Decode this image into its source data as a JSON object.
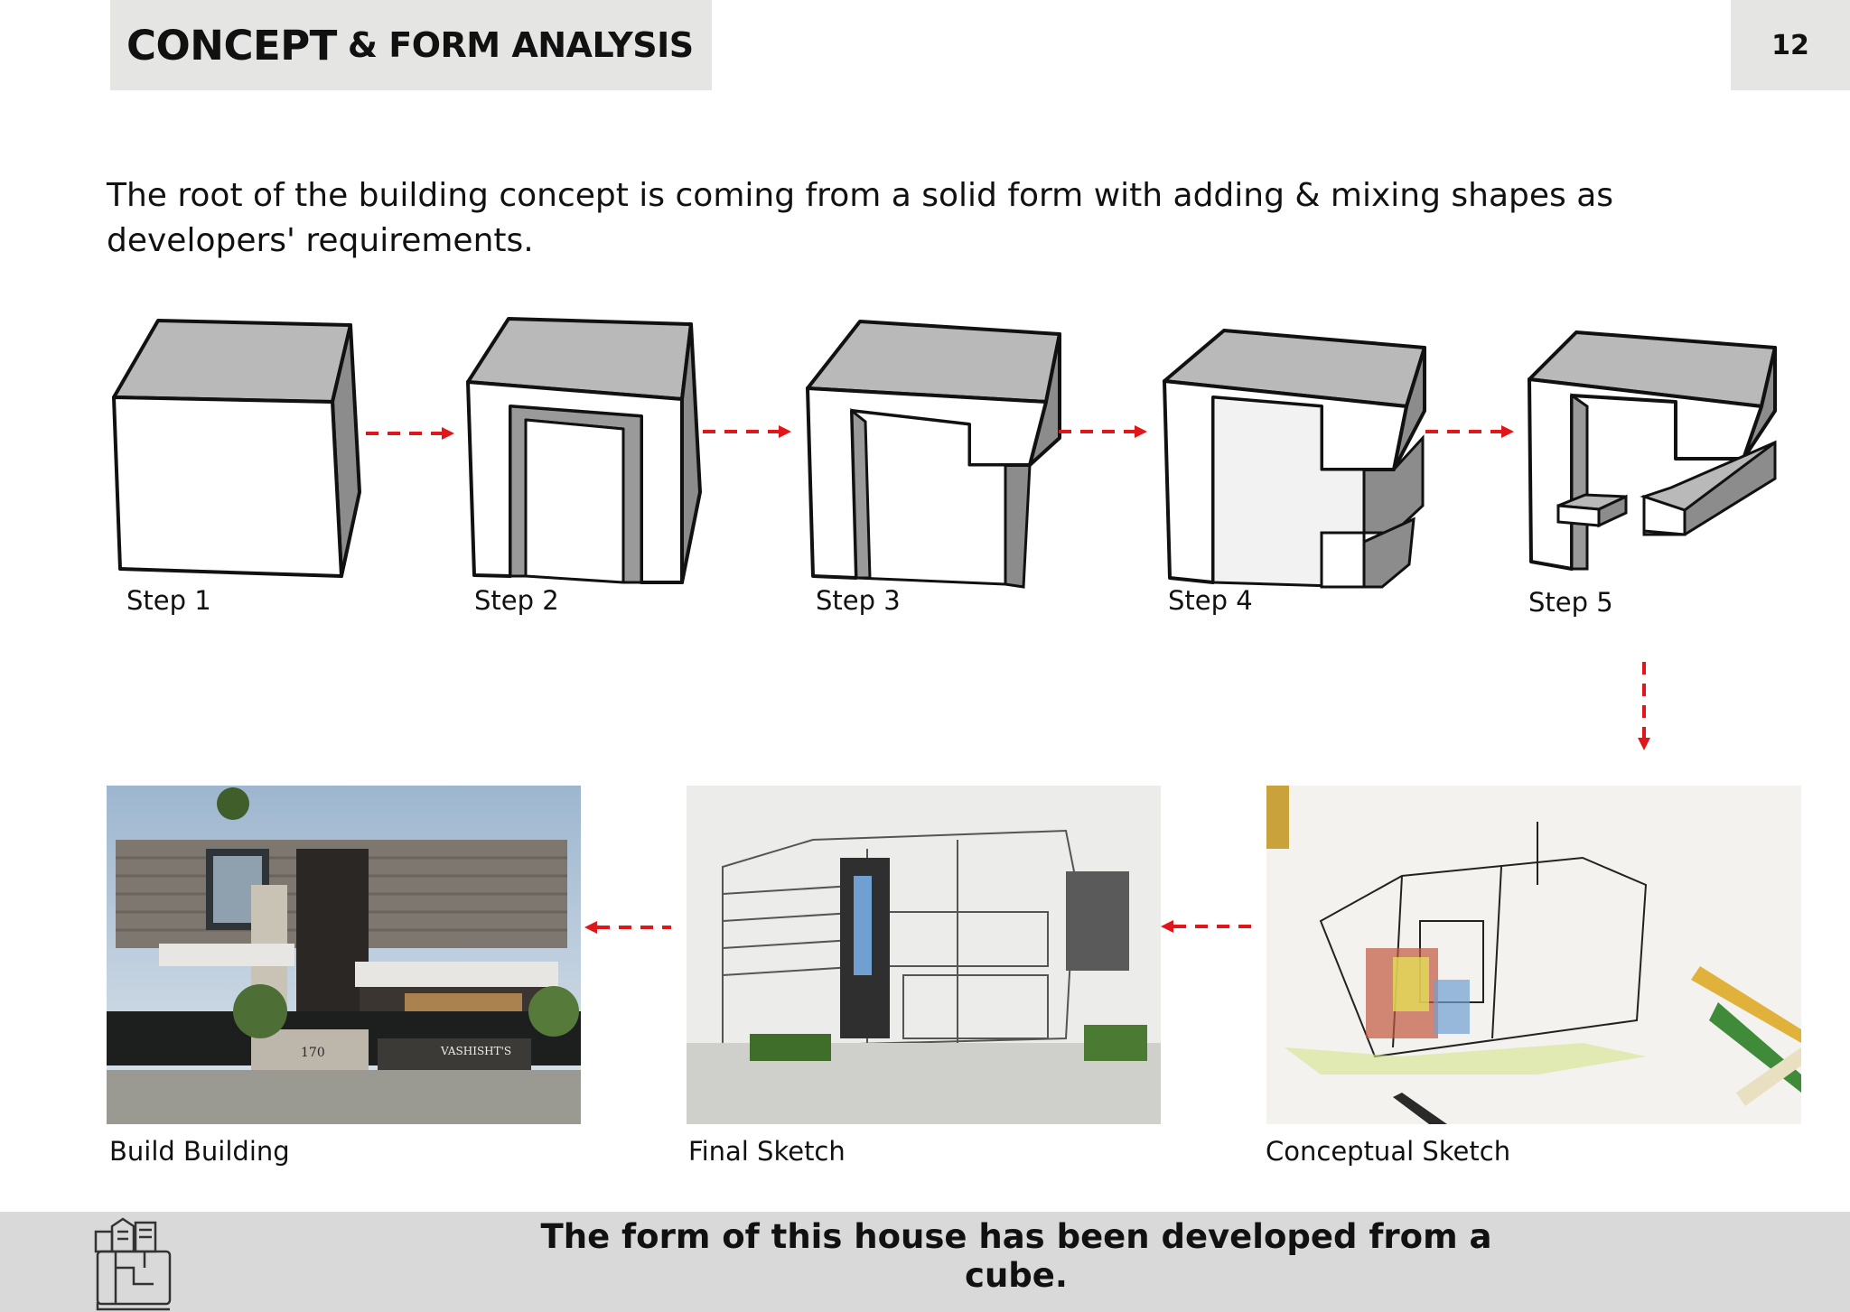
{
  "header": {
    "title_main": "CONCEPT",
    "title_rest": "& FORM ANALYSIS",
    "page_number": "12"
  },
  "intro_text": "The root of the building concept is coming from a solid form with adding & mixing shapes as developers' requirements.",
  "steps": [
    {
      "label": "Step 1"
    },
    {
      "label": "Step 2"
    },
    {
      "label": "Step 3"
    },
    {
      "label": "Step 4"
    },
    {
      "label": "Step 5"
    }
  ],
  "images": [
    {
      "label": "Build Building",
      "house_number": "170",
      "sign_text": "VASHISHT'S"
    },
    {
      "label": "Final Sketch"
    },
    {
      "label": "Conceptual Sketch"
    }
  ],
  "footer": {
    "text": "The form of this house has been developed from a cube.",
    "icon": "floor-plan-icon"
  },
  "colors": {
    "arrow": "#e0161b",
    "header_bg": "#e5e5e3",
    "footer_bg": "#d9d9d9",
    "cube_top": "#b9b9b9",
    "cube_side": "#8c8c8c"
  }
}
